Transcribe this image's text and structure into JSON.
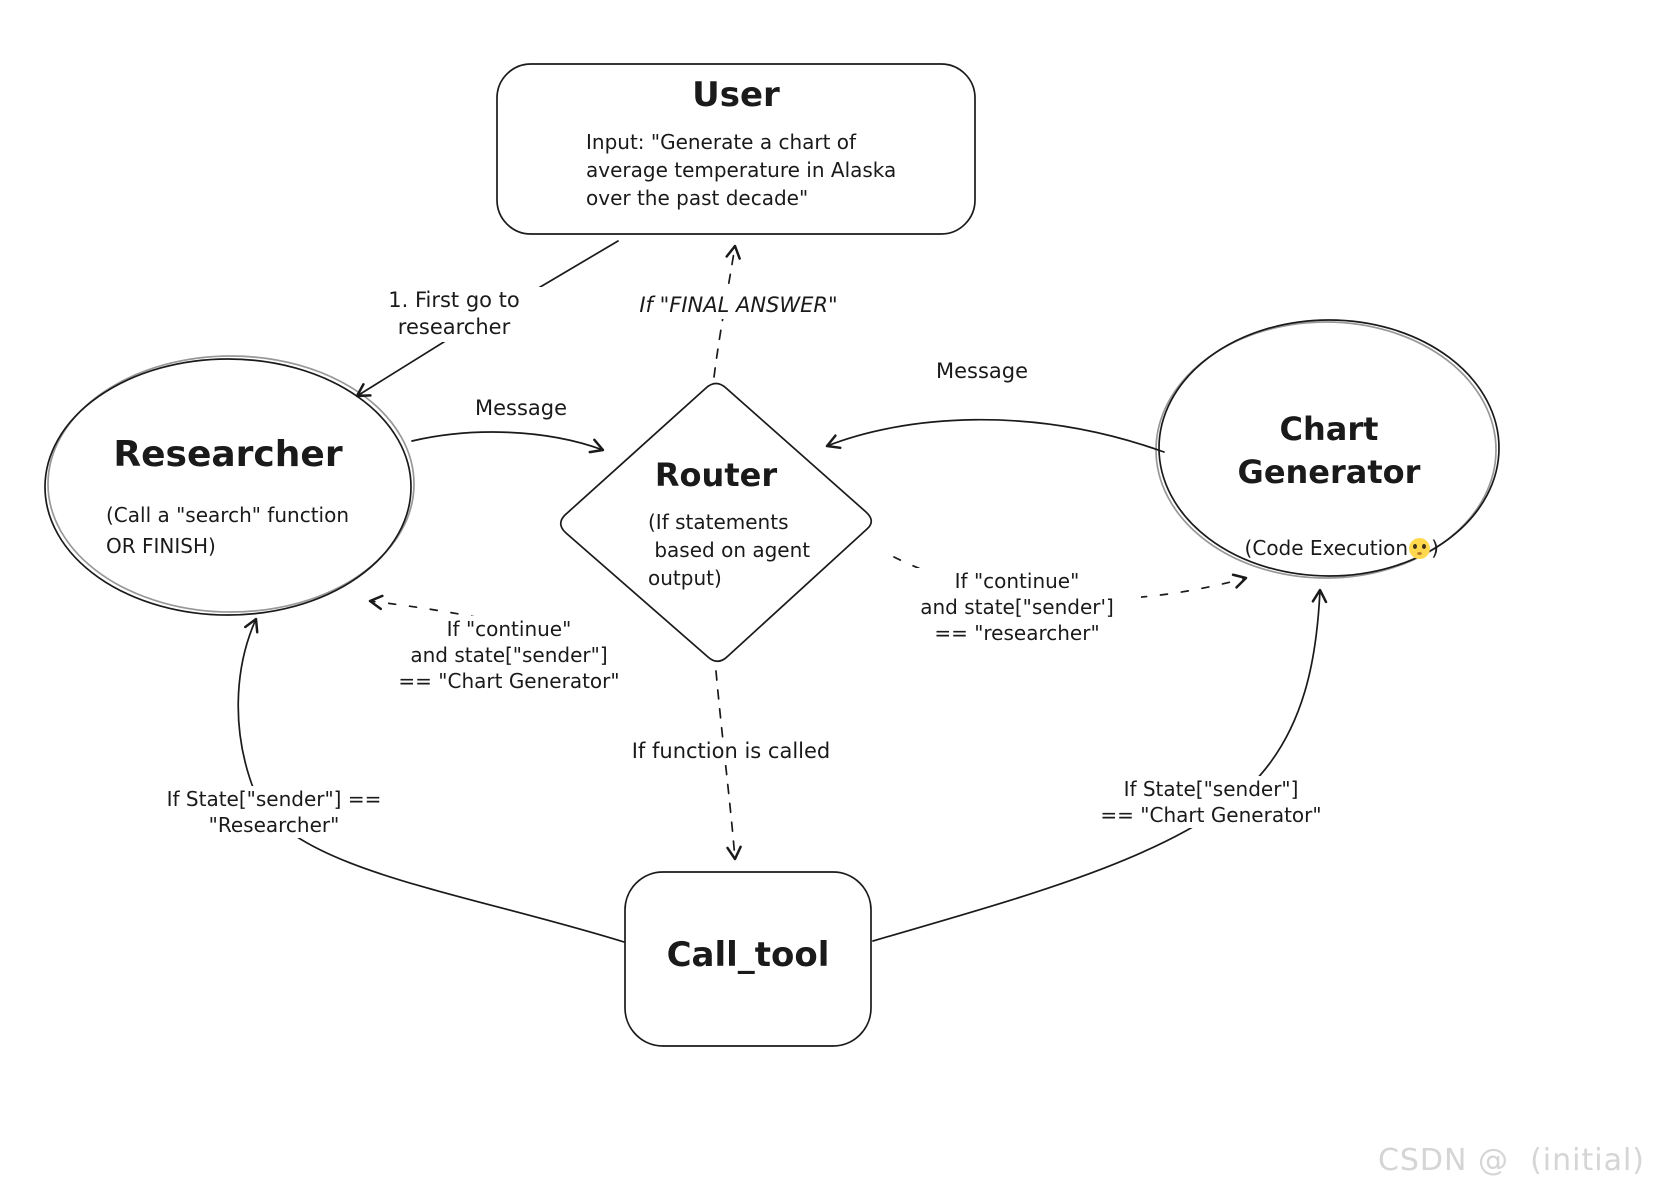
{
  "colors": {
    "ink": "#1a1a1a",
    "background": "#ffffff",
    "watermark_gray": "#d5d5d5",
    "emoji_yellow": "#ffd84d"
  },
  "nodes": {
    "user": {
      "title": "User",
      "body": "Input: \"Generate a chart of\naverage temperature in Alaska\nover the past decade\""
    },
    "researcher": {
      "title": "Researcher",
      "body": "(Call a \"search\" function\nOR FINISH)"
    },
    "router": {
      "title": "Router",
      "body": "(If statements\n based on agent\noutput)"
    },
    "chart_generator": {
      "title": "Chart\nGenerator",
      "body_prefix": "(Code Execution",
      "emoji": "😳",
      "body_suffix": ")"
    },
    "call_tool": {
      "title": "Call_tool"
    }
  },
  "edge_labels": {
    "first_go": "1. First go to\nresearcher",
    "final_answer": "If \"FINAL ANSWER\"",
    "message_left": "Message",
    "message_right": "Message",
    "continue_chart_generator": "If \"continue\"\nand state[\"sender\"]\n== \"Chart Generator\"",
    "continue_researcher": "If \"continue\"\nand state[\"sender']\n== \"researcher\"",
    "function_called": "If function is called",
    "state_researcher": "If State[\"sender\"] ==\n\"Researcher\"",
    "state_chart_generator": "If State[\"sender\"]\n== \"Chart Generator\""
  },
  "watermark": "CSDN @  (initial)"
}
